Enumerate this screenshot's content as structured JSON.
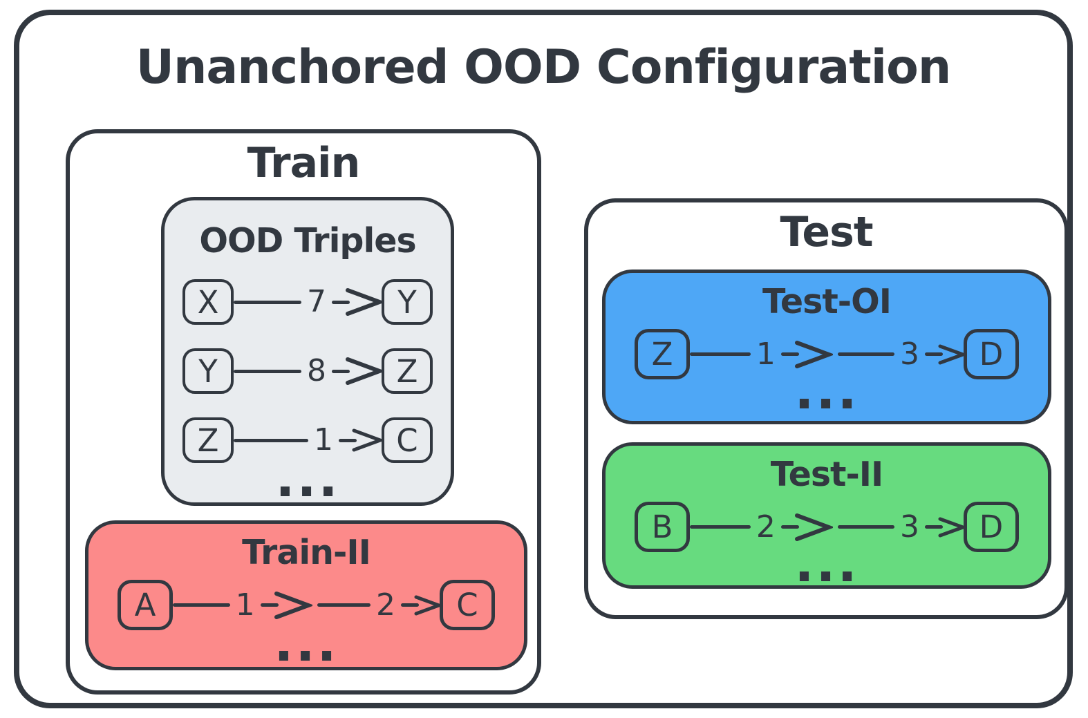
{
  "title": "Unanchored OOD Configuration",
  "colors": {
    "outline_ink": "#323840",
    "ood_triples_fill": "#e9ecef",
    "train_ii_fill": "#fc8a8a",
    "test_oi_fill": "#4ea7f6",
    "test_ii_fill": "#67db7f"
  },
  "train": {
    "label": "Train",
    "ood_triples": {
      "label": "OOD Triples",
      "rows": [
        {
          "from": "X",
          "rel": "7",
          "to": "Y"
        },
        {
          "from": "Y",
          "rel": "8",
          "to": "Z"
        },
        {
          "from": "Z",
          "rel": "1",
          "to": "C"
        }
      ],
      "ellipsis": "..."
    },
    "train_ii": {
      "label": "Train-II",
      "row": {
        "from": "A",
        "rel1": "1",
        "rel2": "2",
        "to": "C"
      },
      "ellipsis": "..."
    }
  },
  "test": {
    "label": "Test",
    "test_oi": {
      "label": "Test-OI",
      "row": {
        "from": "Z",
        "rel1": "1",
        "rel2": "3",
        "to": "D"
      },
      "ellipsis": "..."
    },
    "test_ii": {
      "label": "Test-II",
      "row": {
        "from": "B",
        "rel1": "2",
        "rel2": "3",
        "to": "D"
      },
      "ellipsis": "..."
    }
  }
}
